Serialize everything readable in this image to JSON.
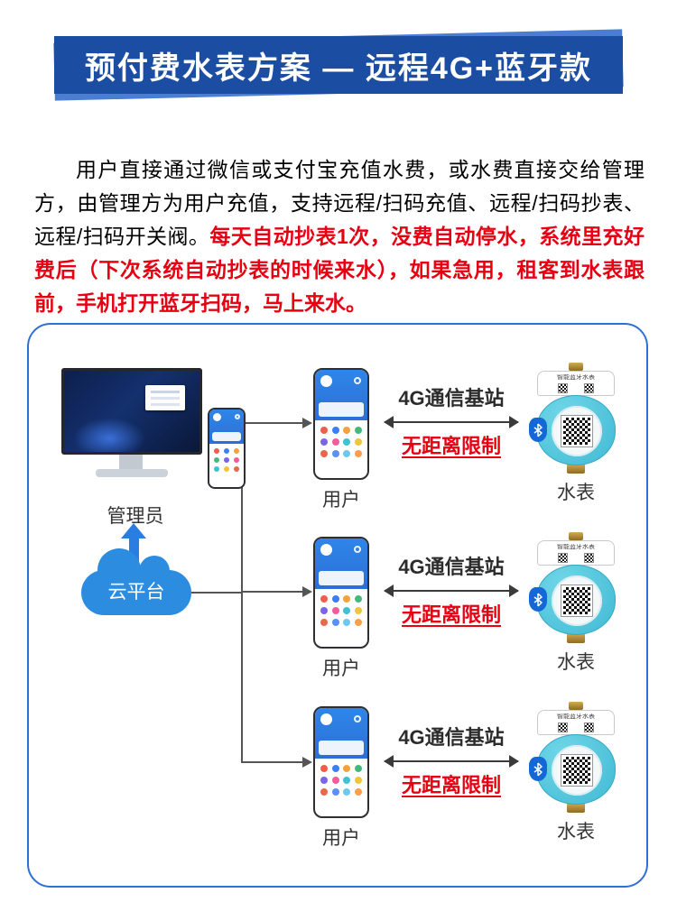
{
  "banner": {
    "title": "预付费水表方案 — 远程4G+蓝牙款"
  },
  "intro": {
    "text_black": "用户直接通过微信或支付宝充值水费，或水费直接交给管理方，由管理方为用户充值，支持远程/扫码充值、远程/扫码抄表、远程/扫码开关阀。",
    "text_red": "每天自动抄表1次，没费自动停水，系统里充好费后（下次系统自动抄表的时候来水），如果急用，租客到水表跟前，手机打开蓝牙扫码，马上来水。"
  },
  "diagram": {
    "admin": {
      "label": "管理员"
    },
    "cloud": {
      "label": "云平台"
    },
    "meter_box_label": "智能蓝牙水表",
    "rows": [
      {
        "user_label": "用户",
        "station_label": "4G通信基站",
        "limit_label": "无距离限制",
        "meter_label": "水表"
      },
      {
        "user_label": "用户",
        "station_label": "4G通信基站",
        "limit_label": "无距离限制",
        "meter_label": "水表"
      },
      {
        "user_label": "用户",
        "station_label": "4G通信基站",
        "limit_label": "无距离限制",
        "meter_label": "水表"
      }
    ]
  },
  "palette": {
    "banner_blue": "#1b4ea3",
    "banner_light_blue": "#4b7ed2",
    "accent_red": "#e60012",
    "cloud_blue": "#2b8ce0",
    "arrow_blue": "#2a7de1",
    "phone_blue": "#2f86e8",
    "meter_cyan": "#3fb9d4",
    "line_gray": "#555555",
    "border_blue": "#2f6fd8"
  }
}
